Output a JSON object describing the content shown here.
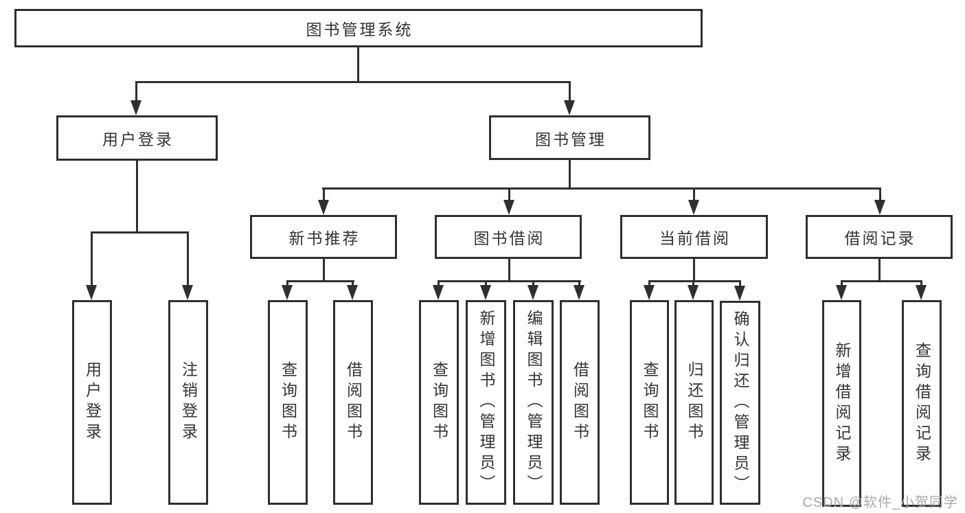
{
  "diagram": {
    "title": "图书管理系统",
    "user_login": {
      "label": "用户登录",
      "leaves": [
        "用户登录",
        "注销登录"
      ]
    },
    "book_management": {
      "label": "图书管理",
      "sections": [
        {
          "label": "新书推荐",
          "leaves": [
            "查询图书",
            "借阅图书"
          ]
        },
        {
          "label": "图书借阅",
          "leaves": [
            "查询图书",
            "新增图书（管理员）",
            "编辑图书（管理员）",
            "借阅图书"
          ]
        },
        {
          "label": "当前借阅",
          "leaves": [
            "查询图书",
            "归还图书",
            "确认归还（管理员）"
          ]
        },
        {
          "label": "借阅记录",
          "leaves": [
            "新增借阅记录",
            "查询借阅记录"
          ]
        }
      ]
    }
  },
  "watermark": {
    "text": "CSDN @软件_小贺同学"
  },
  "colors": {
    "line": "#2f2f2f",
    "text": "#333333",
    "watermark": "#a8a8a8",
    "background": "#ffffff"
  }
}
